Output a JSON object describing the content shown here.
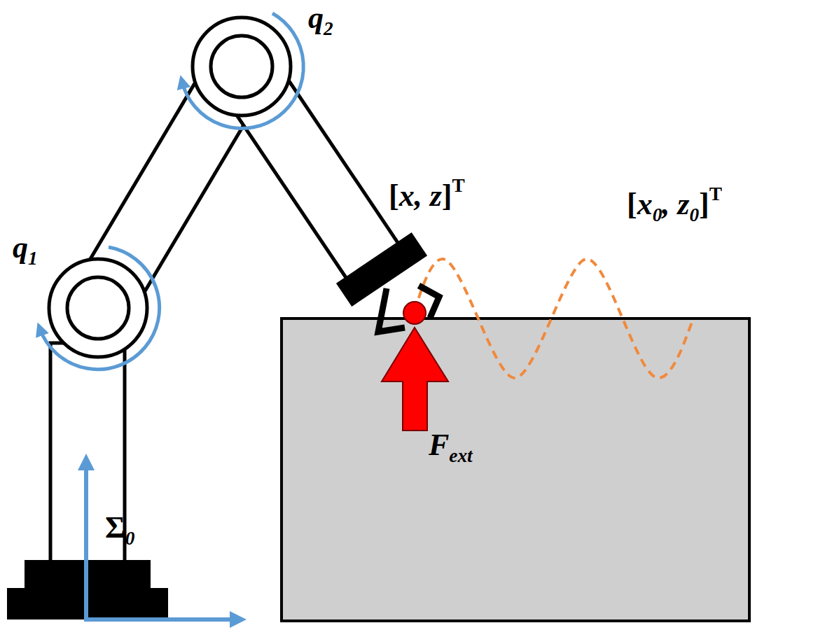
{
  "diagram": {
    "labels": [
      "q2",
      "q1",
      "[x, z]T",
      "[x0, z0]T",
      "Fext",
      "Σ0"
    ]
  }
}
